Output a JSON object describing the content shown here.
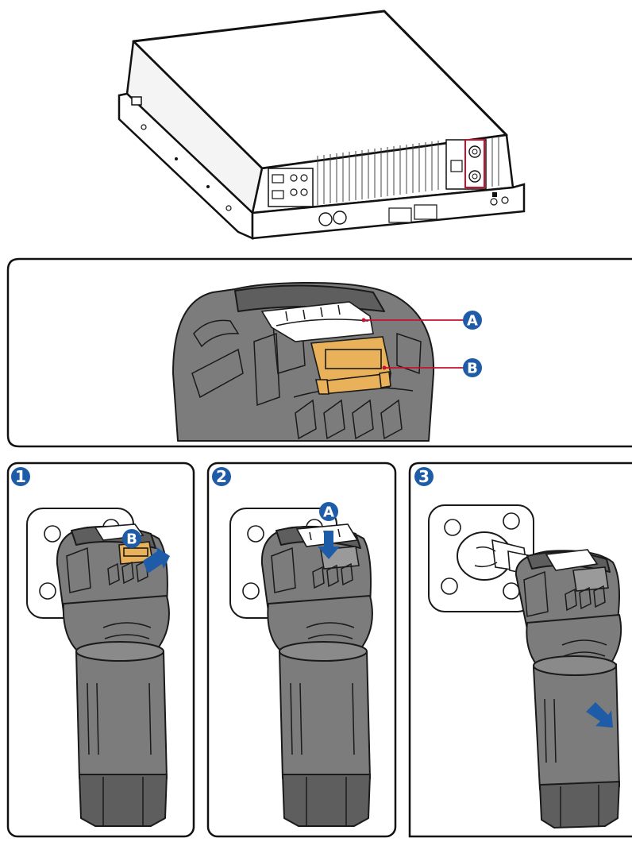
{
  "callouts": {
    "a": "A",
    "b": "B"
  },
  "steps": [
    {
      "number": "1",
      "callout": "B"
    },
    {
      "number": "2",
      "callout": "A"
    },
    {
      "number": "3"
    }
  ],
  "colors": {
    "callout_badge": "#1f5ca8",
    "leader_line": "#c8102e",
    "highlight_box": "#c8102e",
    "latch": "#e9b25a",
    "connector_body": "#7c7c7c",
    "arrow": "#1f5ca8"
  },
  "icons": [
    "connector-latch",
    "push-arrow",
    "pull-arrow",
    "device-enclosure"
  ]
}
